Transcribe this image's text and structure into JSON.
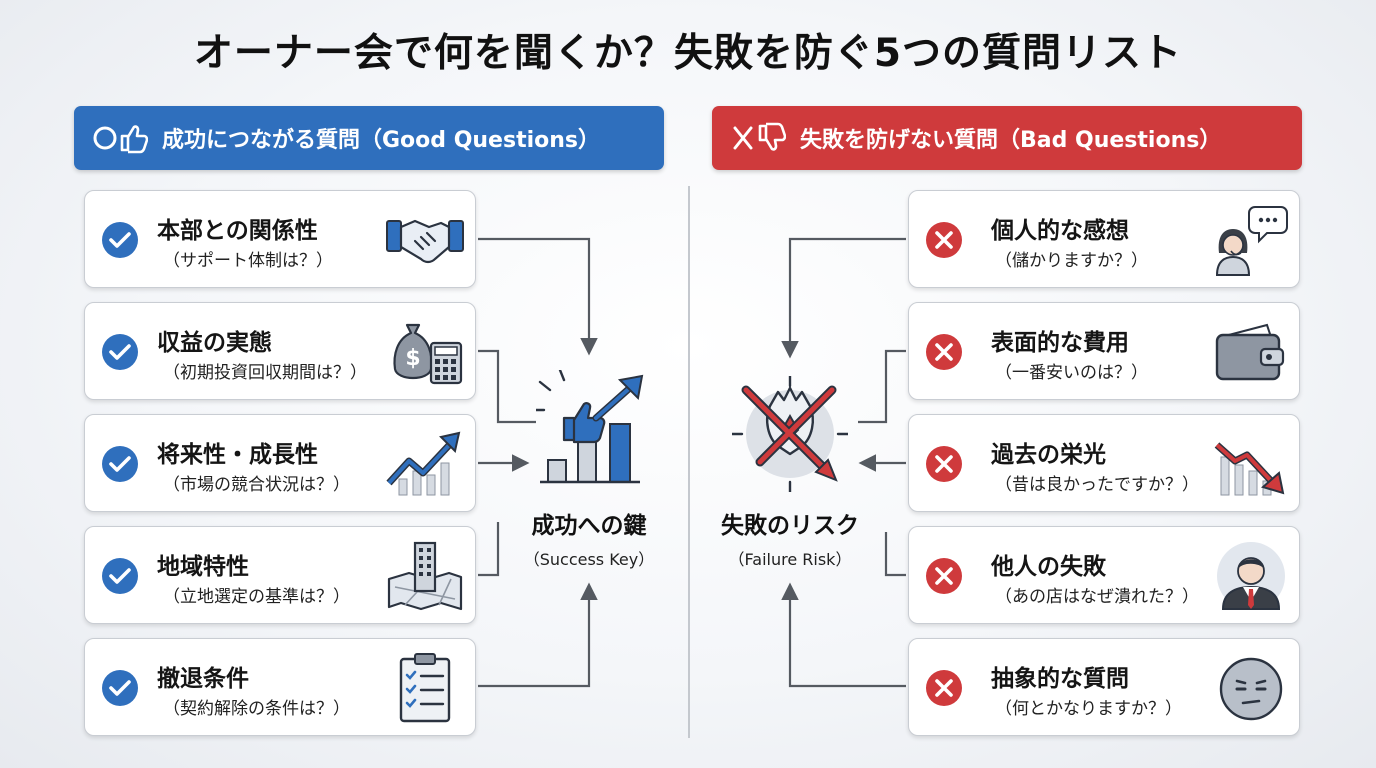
{
  "title": "オーナー会で何を聞くか？失敗を防ぐ5つの質問リスト",
  "good": {
    "banner": "成功につながる質問（Good Questions）",
    "icon": "circle-thumbs-up-icon",
    "items": [
      {
        "title": "本部との関係性",
        "sub": "（サポート体制は？）",
        "icon": "handshake-icon"
      },
      {
        "title": "収益の実態",
        "sub": "（初期投資回収期間は？）",
        "icon": "money-bag-calculator-icon"
      },
      {
        "title": "将来性・成長性",
        "sub": "（市場の競合状況は？）",
        "icon": "growth-chart-icon"
      },
      {
        "title": "地域特性",
        "sub": "（立地選定の基準は？）",
        "icon": "city-map-icon"
      },
      {
        "title": "撤退条件",
        "sub": "（契約解除の条件は？）",
        "icon": "clipboard-checklist-icon"
      }
    ],
    "hub": {
      "title": "成功への鍵",
      "sub": "（Success Key）",
      "icon": "thumbs-up-bar-chart-icon"
    }
  },
  "bad": {
    "banner": "失敗を防げない質問（Bad Questions）",
    "icon": "cross-thumbs-down-icon",
    "items": [
      {
        "title": "個人的な感想",
        "sub": "（儲かりますか？）",
        "icon": "person-speech-icon"
      },
      {
        "title": "表面的な費用",
        "sub": "（一番安いのは？）",
        "icon": "wallet-icon"
      },
      {
        "title": "過去の栄光",
        "sub": "（昔は良かったですか？）",
        "icon": "declining-chart-icon"
      },
      {
        "title": "他人の失敗",
        "sub": "（あの店はなぜ潰れた？）",
        "icon": "businessman-icon"
      },
      {
        "title": "抽象的な質問",
        "sub": "（何とかなりますか？）",
        "icon": "confused-face-icon"
      }
    ],
    "hub": {
      "title": "失敗のリスク",
      "sub": "（Failure Risk）",
      "icon": "broken-target-icon"
    }
  },
  "colors": {
    "good": "#2f6fbd",
    "bad": "#cf3a3c",
    "card_border": "#c9cdd3",
    "connector": "#555a61"
  }
}
